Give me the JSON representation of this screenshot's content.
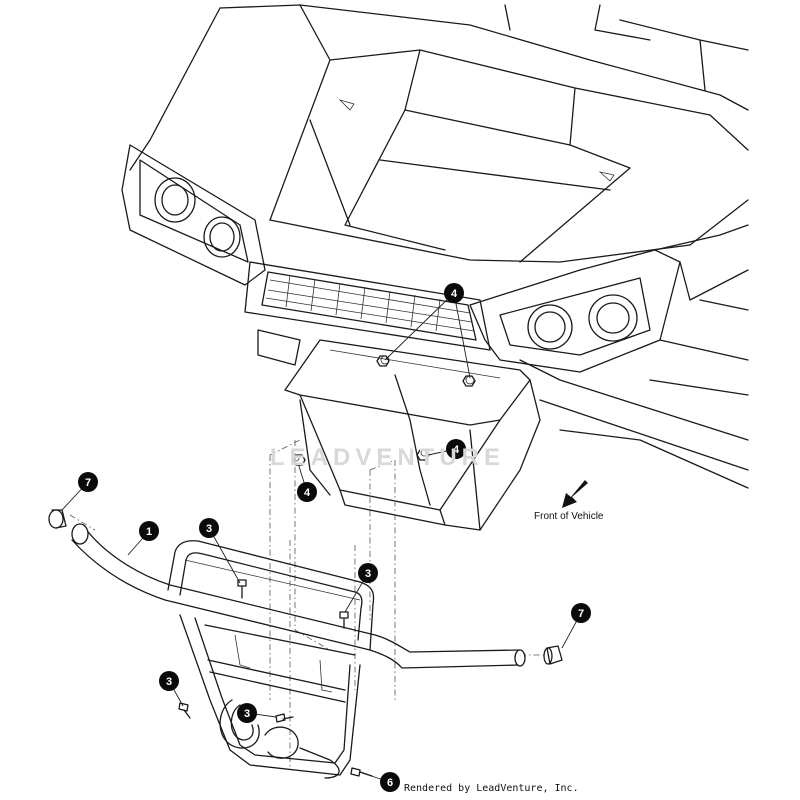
{
  "watermark": "LEADVENTURE",
  "direction": {
    "label": "Front of Vehicle",
    "icon": "arrow-down-left-icon"
  },
  "credit": "Rendered by LeadVenture, Inc.",
  "callouts": [
    {
      "id": "c1",
      "number": "1",
      "part": "bumper-tube"
    },
    {
      "id": "c3a",
      "number": "3",
      "part": "bolt"
    },
    {
      "id": "c3b",
      "number": "3",
      "part": "bolt"
    },
    {
      "id": "c3c",
      "number": "3",
      "part": "bolt"
    },
    {
      "id": "c3d",
      "number": "3",
      "part": "bolt"
    },
    {
      "id": "c4a",
      "number": "4",
      "part": "nut"
    },
    {
      "id": "c4b",
      "number": "4",
      "part": "nut"
    },
    {
      "id": "c4c",
      "number": "4",
      "part": "nut"
    },
    {
      "id": "c6",
      "number": "6",
      "part": "bolt"
    },
    {
      "id": "c7a",
      "number": "7",
      "part": "end-cap"
    },
    {
      "id": "c7b",
      "number": "7",
      "part": "end-cap"
    }
  ]
}
